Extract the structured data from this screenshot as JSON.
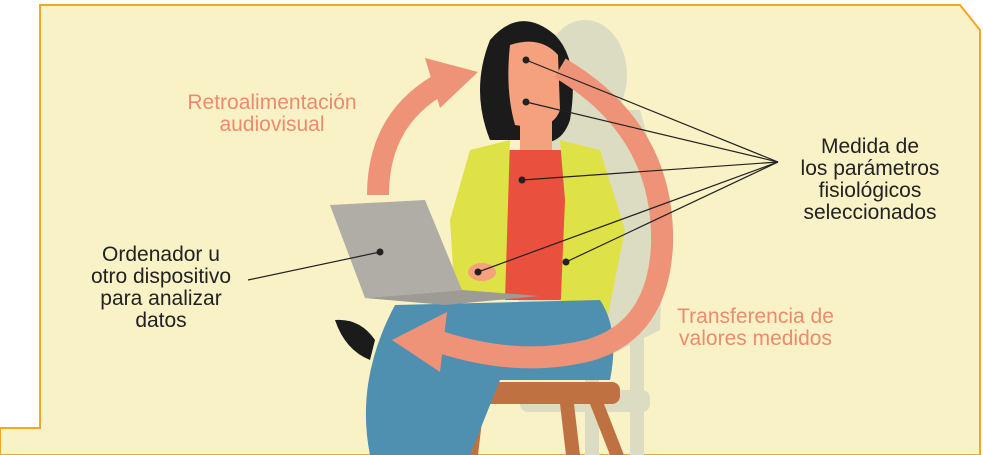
{
  "colors": {
    "background": "#f8f2c6",
    "frame": "#f5a623",
    "arrow": "#ef9378",
    "accent_text": "#ef8a6e",
    "text": "#222222",
    "jacket": "#dfe246",
    "shirt": "#e9503e",
    "skin": "#f5a17e",
    "hair": "#1b1b1b",
    "jeans": "#4f8fb0",
    "laptop": "#b0ada6",
    "chair": "#c07142",
    "shadow": "#dcdcc2"
  },
  "labels": {
    "feedback": [
      "Retroalimentación",
      "audiovisual"
    ],
    "device": [
      "Ordenador u",
      "otro dispositivo",
      "para analizar",
      "datos"
    ],
    "measure": [
      "Medida de",
      "los parámetros",
      "fisiológicos",
      "seleccionados"
    ],
    "transfer": [
      "Transferencia de",
      "valores medidos"
    ]
  }
}
